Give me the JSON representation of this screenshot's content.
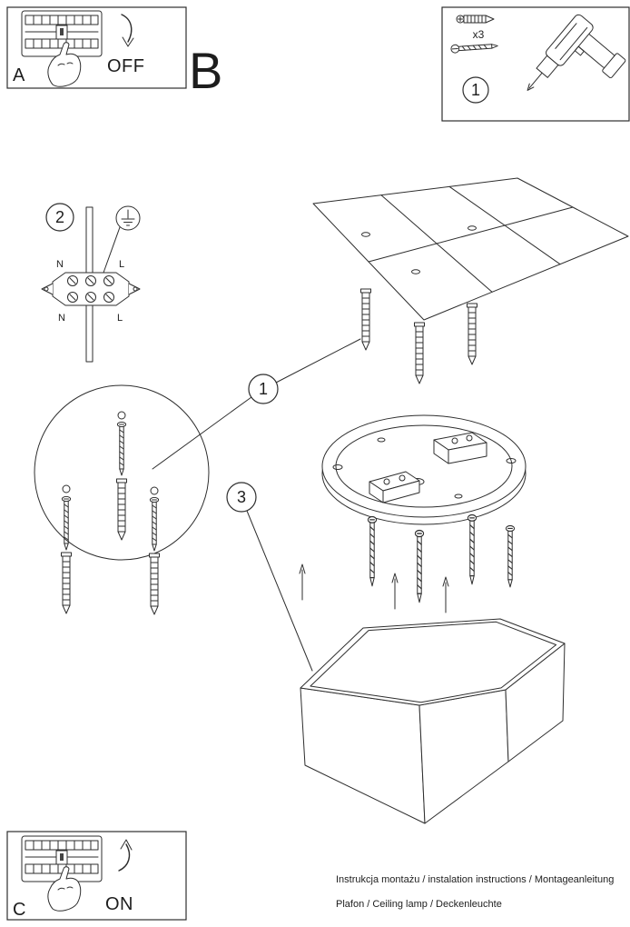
{
  "colors": {
    "line": "#2e2e2e",
    "background": "#ffffff"
  },
  "power_off_panel": {
    "letter": "A",
    "state_label": "OFF"
  },
  "section_label": {
    "letter": "B"
  },
  "parts_kit": {
    "step_number": "1",
    "screw_count": "x3"
  },
  "wiring_detail": {
    "step_number": "2",
    "labels": {
      "n_top": "N",
      "l_top": "L",
      "n_bottom": "N",
      "l_bottom": "L"
    }
  },
  "anchor_detail": {
    "step_number": "1"
  },
  "body_callout": {
    "step_number": "3"
  },
  "power_on_panel": {
    "letter": "C",
    "state_label": "ON"
  },
  "footer": {
    "line1": "Instrukcja montażu / instalation instructions / Montageanleitung",
    "line2": "Plafon / Ceiling lamp / Deckenleuchte"
  }
}
